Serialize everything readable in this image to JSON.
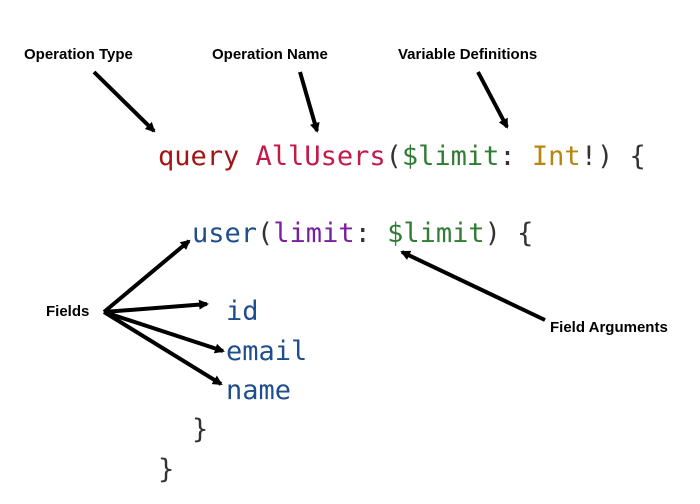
{
  "labels": {
    "operation_type": "Operation Type",
    "operation_name": "Operation Name",
    "variable_definitions": "Variable Definitions",
    "fields": "Fields",
    "field_arguments": "Field Arguments"
  },
  "code": {
    "line1": {
      "keyword": "query",
      "name": "AllUsers",
      "open_paren": "(",
      "variable": "$limit",
      "colon": ": ",
      "type": "Int",
      "bang_paren": "!) ",
      "brace": "{"
    },
    "line2": {
      "field": "user",
      "open_paren": "(",
      "arg": "limit",
      "colon": ": ",
      "variable": "$limit",
      "close": ") {"
    },
    "fields": [
      "id",
      "email",
      "name"
    ],
    "inner_close": "}",
    "outer_close": "}"
  },
  "colors": {
    "keyword": "#a31515",
    "operation_name": "#c41a4a",
    "variable": "#2e7d32",
    "type": "#b8860b",
    "field": "#1f4e8c",
    "argument": "#7b1fa2",
    "punctuation": "#333333"
  }
}
